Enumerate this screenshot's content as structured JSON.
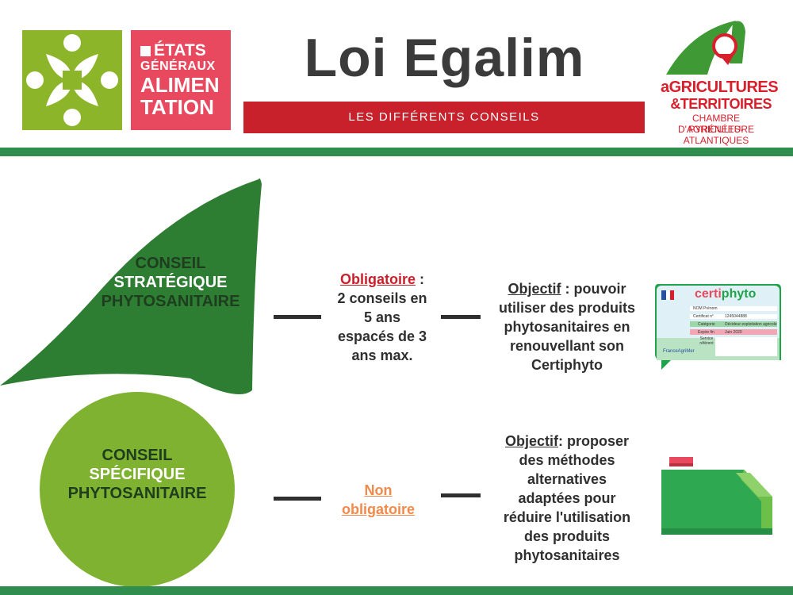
{
  "header": {
    "title": "Loi Egalim",
    "subtitle": "LES DIFFÉRENTS CONSEILS",
    "etats_logo": {
      "line1": "ÉTATS",
      "line2": "GÉNÉRAUX",
      "line3": "ALIMEN",
      "line4": "TATION"
    },
    "chamber_logo": {
      "line1": "aGRICULTURES",
      "line2": "&TERRITOIRES",
      "line3": "CHAMBRE D'AGRICULTURE",
      "line4": "PYRÉNÉES-ATLANTIQUES"
    }
  },
  "conseil_strategique": {
    "label_line1": "CONSEIL",
    "label_line2": "STRATÉGIQUE",
    "label_line3": "PHYTOSANITAIRE",
    "status_keyword": "Obligatoire",
    "status_rest": " :",
    "detail_lines": [
      "2 conseils en",
      "5 ans",
      "espacés de 3",
      "ans max."
    ],
    "objectif_keyword": "Objectif",
    "objectif_rest_first": " : pouvoir",
    "objectif_lines": [
      "utiliser des produits",
      "phytosanitaires en",
      "renouvellant son",
      "Certiphyto"
    ]
  },
  "conseil_specifique": {
    "label_line1": "CONSEIL",
    "label_line2": "SPÉCIFIQUE",
    "label_line3": "PHYTOSANITAIRE",
    "status_line1": "Non",
    "status_line2": "obligatoire",
    "objectif_keyword": "Objectif",
    "objectif_rest_first": ": proposer",
    "objectif_lines": [
      "des méthodes",
      "alternatives",
      "adaptées pour",
      "réduire l'utilisation",
      "des produits",
      "phytosanitaires"
    ]
  },
  "certiphyto_card": {
    "brand_a": "certi",
    "brand_b": "phyto",
    "row1": "NOM Prénom",
    "row2_label": "Certificat n°",
    "row2_value": "1245044888",
    "row3_label": "Catégorie",
    "row3_value": "Décideur exploitation agricole",
    "row4_label": "Expire fin",
    "row4_value": "Juin 2020",
    "row5_label": "Service référent",
    "footer": "FranceAgriMer"
  },
  "colors": {
    "dark_green": "#2d7d32",
    "light_green": "#7fb231",
    "red": "#c8212c",
    "orange": "#f08a4b"
  }
}
